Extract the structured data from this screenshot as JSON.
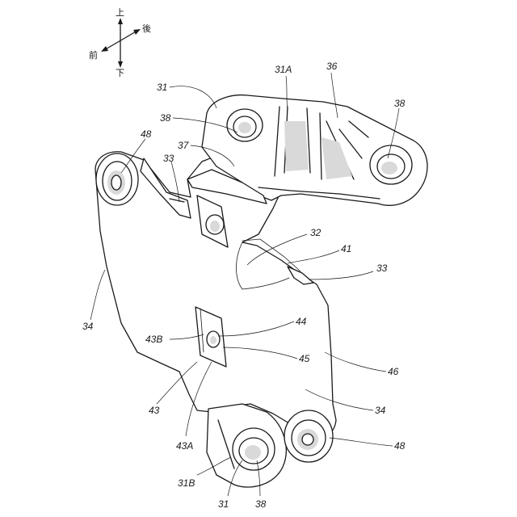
{
  "directions": {
    "up": "上",
    "back": "後",
    "front": "前",
    "down": "下"
  },
  "labels": {
    "l31_top": "31",
    "l31A": "31A",
    "l36": "36",
    "l38_right": "38",
    "l38_left": "38",
    "l37": "37",
    "l48_left": "48",
    "l33_left": "33",
    "l32": "32",
    "l41": "41",
    "l33_right": "33",
    "l34_left": "34",
    "l44": "44",
    "l43B": "43B",
    "l45": "45",
    "l46": "46",
    "l43": "43",
    "l34_right": "34",
    "l48_right": "48",
    "l43A": "43A",
    "l31B": "31B",
    "l31_bottom": "31",
    "l38_bottom": "38"
  }
}
